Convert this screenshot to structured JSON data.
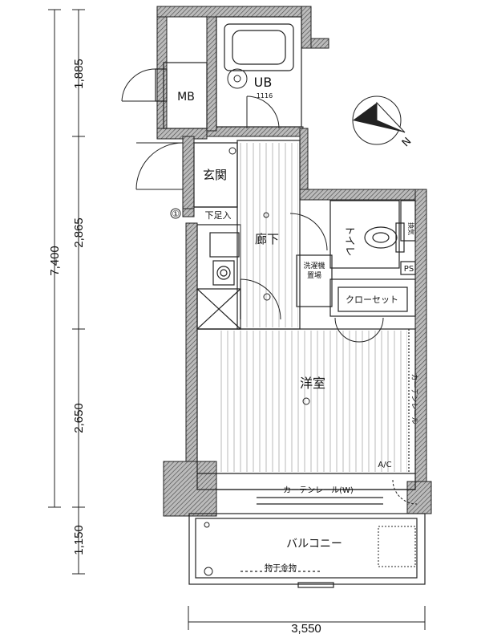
{
  "dimensions": {
    "total_height": "7,400",
    "segment_1": "1,885",
    "segment_2": "2,865",
    "segment_3": "2,650",
    "segment_4": "1,150",
    "width": "3,550"
  },
  "rooms": {
    "mb": "MB",
    "ub": "UB",
    "ub_sub": "1116",
    "genkan": "玄関",
    "geta": "下足入",
    "rouka": "廊下",
    "sentakuki_1": "洗濯機",
    "sentakuki_2": "置場",
    "toilet": "トイレ",
    "kanki": "換気",
    "ps": "PS",
    "closet": "クローセット",
    "youshitsu": "洋室",
    "curtain_rail_right": "カーテンレール",
    "ac": "A/C",
    "curtain_rail_bottom": "カーテンレール(W)",
    "balcony": "バルコニー",
    "monohoshi": "物干金物",
    "marker": "①"
  },
  "compass": {
    "label": "N"
  }
}
